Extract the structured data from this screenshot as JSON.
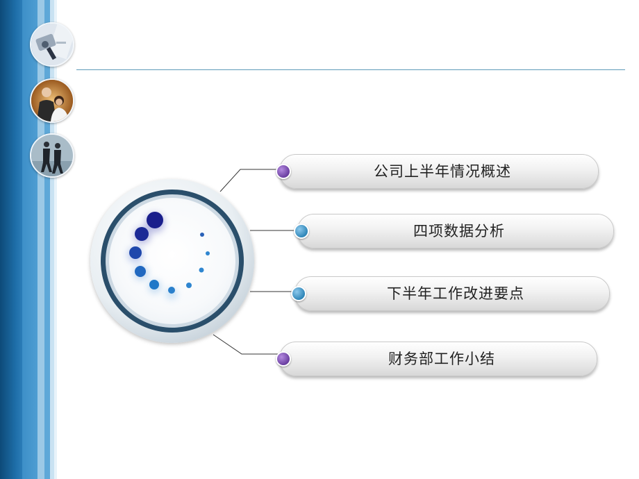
{
  "slide": {
    "items": [
      {
        "label": "公司上半年情况概述",
        "dot_color": "#6a3fa0"
      },
      {
        "label": "四项数据分析",
        "dot_color": "#2f86b8"
      },
      {
        "label": "下半年工作改进要点",
        "dot_color": "#2f86b8"
      },
      {
        "label": "财务部工作小结",
        "dot_color": "#6a3fa0"
      }
    ],
    "photos": [
      {
        "icon": "office-supplies-photo"
      },
      {
        "icon": "business-people-photo"
      },
      {
        "icon": "walking-businessmen-photo"
      }
    ],
    "colors": {
      "accent_blue": "#1e6ea8",
      "rule": "#5d9ab8",
      "ring_dark": "#2e5370",
      "dot_navy": "#1a1f8c"
    }
  }
}
